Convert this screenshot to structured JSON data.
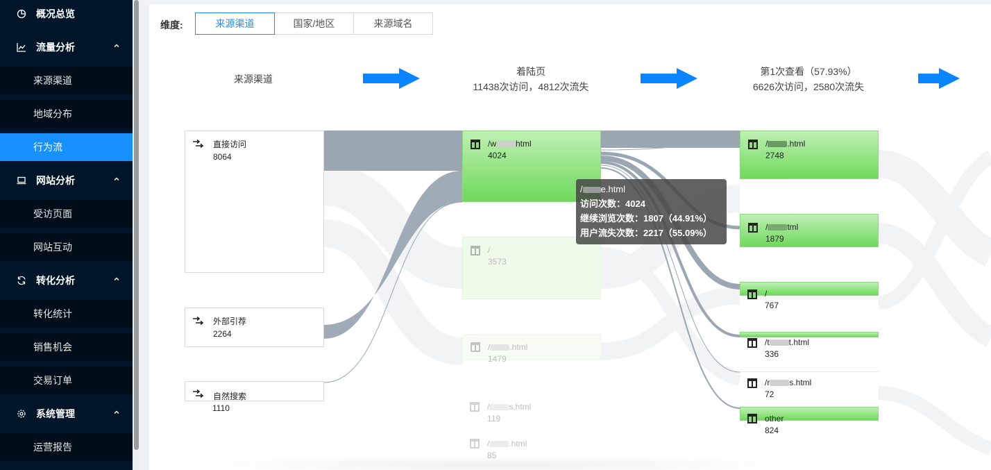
{
  "sidebar": {
    "items": [
      {
        "label": "概况总览",
        "type": "parent",
        "icon": "pie-chart-icon"
      },
      {
        "label": "流量分析",
        "type": "parent",
        "icon": "line-chart-icon"
      },
      {
        "label": "来源渠道",
        "type": "child"
      },
      {
        "label": "地域分布",
        "type": "child"
      },
      {
        "label": "行为流",
        "type": "child",
        "active": true
      },
      {
        "label": "网站分析",
        "type": "parent",
        "icon": "laptop-icon"
      },
      {
        "label": "受访页面",
        "type": "child"
      },
      {
        "label": "网站互动",
        "type": "child"
      },
      {
        "label": "转化分析",
        "type": "parent",
        "icon": "sync-icon"
      },
      {
        "label": "转化统计",
        "type": "child"
      },
      {
        "label": "销售机会",
        "type": "child"
      },
      {
        "label": "交易订单",
        "type": "child"
      },
      {
        "label": "系统管理",
        "type": "parent",
        "icon": "settings-icon"
      },
      {
        "label": "运营报告",
        "type": "child"
      }
    ],
    "accent_color": "#1890ff"
  },
  "dimension": {
    "label": "维度:",
    "tabs": [
      "来源渠道",
      "国家/地区",
      "来源域名"
    ],
    "active_index": 0
  },
  "columns": {
    "source": {
      "title": "来源渠道"
    },
    "landing": {
      "title": "着陆页",
      "subtitle": "11438次访问，4812次流失"
    },
    "first_view": {
      "title": "第1次查看（57.93%）",
      "subtitle": "6626次访问，2580次流失"
    }
  },
  "sources": [
    {
      "name": "直接访问",
      "value": "8064"
    },
    {
      "name": "外部引荐",
      "value": "2264"
    },
    {
      "name": "自然搜索",
      "value": "1110"
    }
  ],
  "landing_pages": [
    {
      "name_pre": "/w",
      "name_post": "html",
      "value": "4024"
    },
    {
      "name_pre": "/",
      "name_post": "",
      "value": "3573"
    },
    {
      "name_pre": "/",
      "name_post": ".html",
      "value": "1479"
    },
    {
      "name_pre": "/",
      "name_post": "s.html",
      "value": "119"
    },
    {
      "name_pre": "/",
      "name_post": ".html",
      "value": "85"
    }
  ],
  "first_view_pages": [
    {
      "name_pre": "/",
      "name_post": ".html",
      "value": "2748"
    },
    {
      "name_pre": "/",
      "name_post": "tml",
      "value": "1879"
    },
    {
      "name_pre": "/",
      "name_post": "",
      "value": "767"
    },
    {
      "name_pre": "/t",
      "name_post": "t.html",
      "value": "336"
    },
    {
      "name_pre": "/r",
      "name_post": "s.html",
      "value": "72"
    },
    {
      "name_pre": "other",
      "name_post": "",
      "value": "824"
    }
  ],
  "tooltip": {
    "title_pre": "/",
    "title_post": "e.html",
    "visits": "访问次数：4024",
    "continue": "继续浏览次数：1807（44.91%）",
    "lost": "用户流失次数：2217（55.09%）"
  },
  "colors": {
    "link": "#9aa7b3",
    "node_green": "#6fd95c",
    "arrow_blue": "#0a84ff"
  }
}
